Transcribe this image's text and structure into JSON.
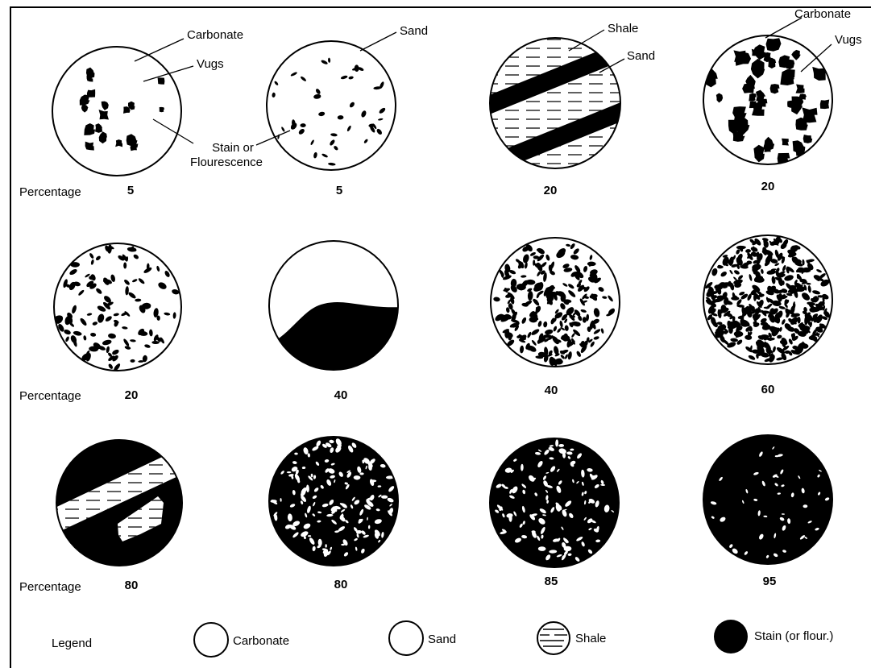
{
  "row_label": "Percentage",
  "annotations": {
    "carbonate_1": "Carbonate",
    "vugs_1": "Vugs",
    "stain_line1": "Stain or",
    "stain_line2": "Flourescence",
    "sand": "Sand",
    "shale": "Shale",
    "sand_2": "Sand",
    "carbonate_2": "Carbonate",
    "vugs_2": "Vugs"
  },
  "rows": [
    {
      "percentages": [
        "5",
        "5",
        "20",
        "20"
      ]
    },
    {
      "percentages": [
        "20",
        "40",
        "40",
        "60"
      ]
    },
    {
      "percentages": [
        "80",
        "80",
        "85",
        "95"
      ]
    }
  ],
  "legend": {
    "title": "Legend",
    "items": [
      {
        "label": "Carbonate",
        "symbol": "white-circle"
      },
      {
        "label": "Sand",
        "symbol": "white-circle"
      },
      {
        "label": "Shale",
        "symbol": "dashed-circle"
      },
      {
        "label": "Stain (or flour.)",
        "symbol": "black-circle"
      }
    ]
  },
  "colors": {
    "ink": "#000000",
    "paper": "#ffffff"
  }
}
